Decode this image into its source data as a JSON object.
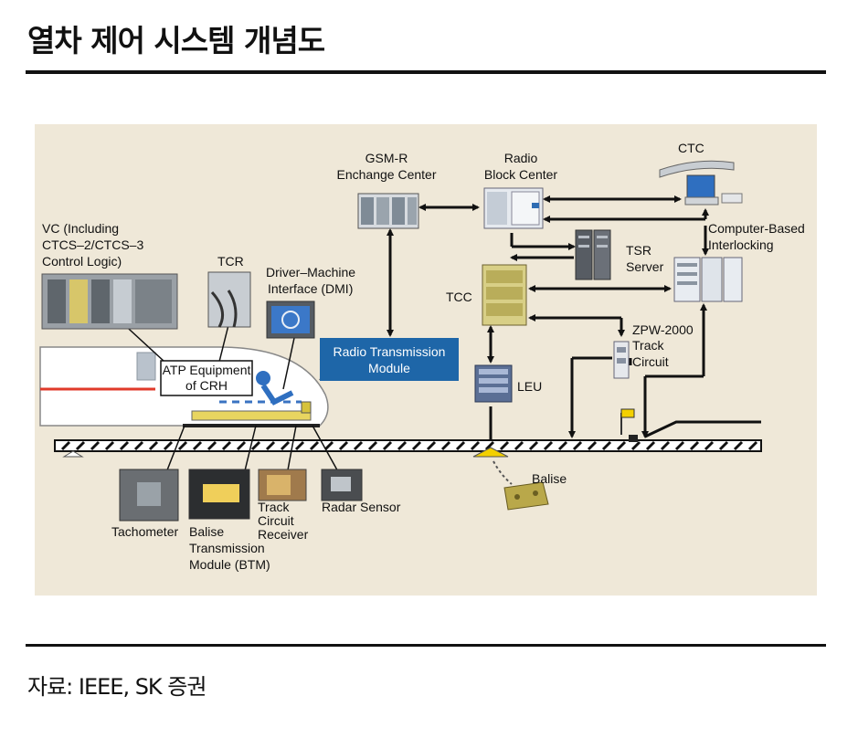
{
  "header": {
    "title": "열차 제어 시스템 개념도"
  },
  "footer": {
    "source": "자료: IEEE, SK 증권"
  },
  "diagram": {
    "gsmr": [
      "GSM-R",
      "Enchange Center"
    ],
    "rbc": [
      "Radio",
      "Block Center"
    ],
    "ctc": "CTC",
    "cbi": [
      "Computer-Based",
      "Interlocking"
    ],
    "tsr": [
      "TSR",
      "Server"
    ],
    "tcc": "TCC",
    "zpw": [
      "ZPW-2000",
      "Track",
      "Circuit"
    ],
    "leu": "LEU",
    "balise": "Balise",
    "vc": [
      "VC (Including",
      "CTCS–2/CTCS–3",
      "Control Logic)"
    ],
    "tcr": "TCR",
    "dmi": [
      "Driver–Machine",
      "Interface (DMI)"
    ],
    "rtm": [
      "Radio Transmission",
      "Module"
    ],
    "atp": [
      "ATP Equipment",
      "of CRH"
    ],
    "tachometer": "Tachometer",
    "btm": [
      "Balise",
      "Transmission",
      "Module (BTM)"
    ],
    "tcr_receiver": [
      "Track",
      "Circuit",
      "Receiver"
    ],
    "radar": "Radar Sensor"
  }
}
